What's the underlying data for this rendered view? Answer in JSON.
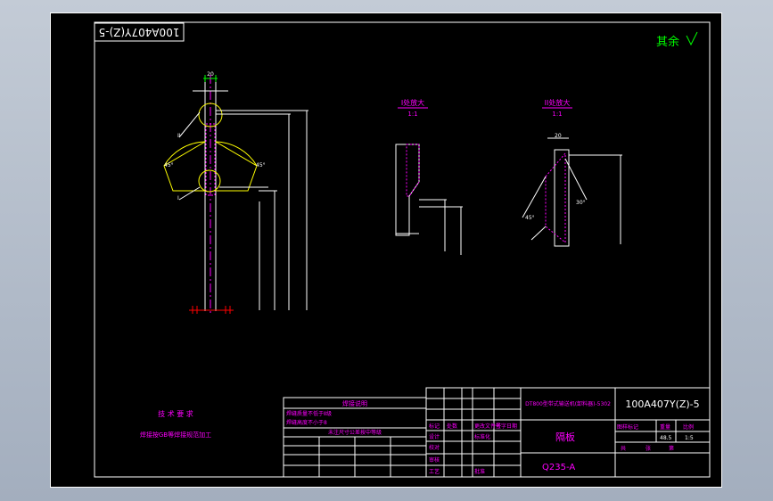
{
  "drawing": {
    "mirrored_code": "100A407Y(Z)-5",
    "roughness_note": "其余",
    "view_labels": [
      {
        "title": "I处放大",
        "scale": "1:1"
      },
      {
        "title": "II处放大",
        "scale": "1:1"
      }
    ],
    "dimensions": {
      "top_width": "20",
      "angle_left": "45°",
      "angle_right": "45°",
      "angle_detail": "45°",
      "angle_detail2": "30°",
      "detail_width": "20",
      "mark_I": "I",
      "mark_II": "II"
    },
    "technical_requirements": {
      "title": "技 术 要 求",
      "line1": "焊接按GB等焊接规范加工"
    },
    "notes_table": {
      "title": "焊接说明",
      "line1": "焊缝质量不低于Ⅱ级",
      "line2": "焊缝高度不小于8",
      "subheader": "未注尺寸公差按中等级"
    },
    "title_block": {
      "design_title": "DT800型带式输送机(卸料器)-5302",
      "drawing_code": "100A407Y(Z)-5",
      "part_name": "隔板",
      "material": "Q235-A",
      "marking_label": "图样标记",
      "weight_label": "重量",
      "scale_label": "比例",
      "weight_value": "48.5",
      "scale_value": "1:5",
      "sheet_label": "共",
      "sheet_of_label": "张",
      "sheet_num_label": "第",
      "row_labels": [
        "标记",
        "处数",
        "更改文件号",
        "签字",
        "日期"
      ],
      "roles": [
        "设计",
        "校对",
        "审核",
        "工艺",
        "标准化",
        "批准"
      ]
    }
  }
}
